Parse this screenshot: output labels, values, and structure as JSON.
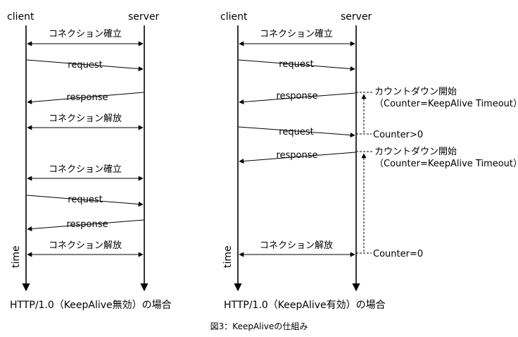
{
  "figure_caption": "図3：KeepAliveの仕組み",
  "left": {
    "client_label": "client",
    "server_label": "server",
    "time_label": "time",
    "caption": "HTTP/1.0（KeepAlive無効）の場合",
    "msg_connect_1": "コネクション確立",
    "msg_request_1": "request",
    "msg_response_1": "response",
    "msg_release_1": "コネクション解放",
    "msg_connect_2": "コネクション確立",
    "msg_request_2": "request",
    "msg_response_2": "response",
    "msg_release_2": "コネクション解放"
  },
  "right": {
    "client_label": "client",
    "server_label": "server",
    "time_label": "time",
    "caption": "HTTP/1.0（KeepAlive有効）の場合",
    "msg_connect": "コネクション確立",
    "msg_request_1": "request",
    "msg_response_1": "response",
    "msg_request_2": "request",
    "msg_response_2": "response",
    "msg_release": "コネクション解放",
    "note_countdown_1": "カウントダウン開始",
    "note_timeout_1": "（Counter=KeepAlive Timeout）",
    "note_counter_gt0": "Counter>0",
    "note_countdown_2": "カウントダウン開始",
    "note_timeout_2": "（Counter=KeepAlive Timeout）",
    "note_counter_eq0": "Counter=0"
  }
}
